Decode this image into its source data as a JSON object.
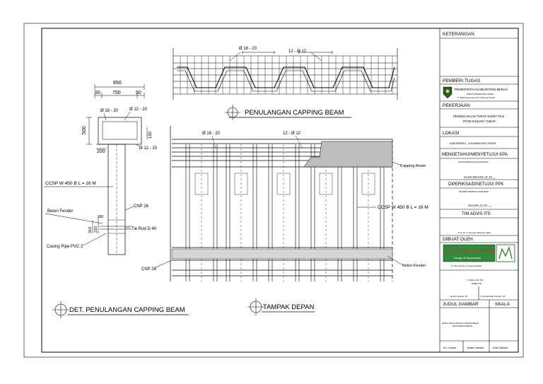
{
  "drawing": {
    "dims": {
      "total_width": "850",
      "inner_width": "750",
      "left_offset": "50",
      "right_offset": "50",
      "height": "500",
      "width_200": "200",
      "dim_150": "150",
      "dim_310": "310",
      "dim_210": "210",
      "dim_300": "300"
    },
    "labels": {
      "rebar_16_20": "Ø 16 - 20",
      "rebar_12_20": "Ø 12 - 20",
      "rebar_12_20_lower": "Ø 12 - 20",
      "top_rebar_16_20": "Ø 16 - 20",
      "top_rebar_12_12": "12 - Ø 12",
      "front_rebar_16_20": "Ø 16 - 20",
      "front_rebar_12_12": "12 - Ø 12",
      "ccsp_left": "CCSP W 450 B L = 16 M",
      "ccsp_right": "CCSP W 450 B L = 16 M",
      "beton_fender": "Beton Fender",
      "cnp26_top": "CNP 26",
      "tie_rod": "Tie Rod D 40",
      "casing_pipe": "Casing Pipe PVC 2\"",
      "cnp26_bottom": "CNP 26",
      "capping_beam": "Capping Beam",
      "beton_fender_right": "Beton Fender"
    },
    "titles": {
      "penulangan": "PENULANGAN CAPPING BEAM",
      "det_penulangan": "DET. PENULANGAN CAPPING BEAM",
      "tampak_depan": "TAMPAK DEPAN"
    }
  },
  "title_block": {
    "keterangan": "KETERANGAN",
    "pemberi_tugas": "PEMBERI TUGAS",
    "agency": "PEMERINTAH KABUPATEN BERAU",
    "agency_sub1": "DINAS PEKERJAAN UMUM",
    "agency_sub2": "Jl. Bukit Sepenyep No.1 Tanjung Redeb",
    "pekerjaan": "PEKERJAAN",
    "project_line1": "PERENCANAAN TURAP SHEET PILE",
    "project_line2": "RT.08 GUNUNG TABUR",
    "lokasi": "LOKASI",
    "location": "KAB BERAU - KALIMANTAN TIMUR",
    "mengetahui": "MENGETAHUI/MENYETUJUI KPA",
    "kpa_title": "KUASA PENGGUNA ANGGARAN",
    "kpa_name": "Hamdani Baharuddin, ST., MT",
    "diperiksa": "DIPERIKSA/DISETUJUI PPK",
    "ppk_title": "PEJABAT PEMBUAT KOMITMEN",
    "ppk_name": "Samsuddin, ST., MT",
    "tim_advis": "TIM ADVIS ITS",
    "its_name": "Prof. Dr. Ir. Herman Wahyudi, DEA",
    "dibuat_oleh": "DIBUAT OLEH",
    "company_name": "JASA TEKNIK MANDIRI",
    "company_sub": "Design & Supervision",
    "company_address": "Jl. Pemuda No.1 Tanjung Redeb",
    "director": "Ir. Wahyu Adi, MT",
    "director_title": "DIREKTUR",
    "sign_left": "Jemmy Heriadi, ST",
    "sign_right": "Ir. Ahmad Zaki Yamani, MT",
    "judul_gambar": "JUDUL GAMBAR",
    "skala": "SKALA",
    "judul_line1": "DETAIL PENULANGAN CAPPING BEAM",
    "judul_line2": "DAN TAMPAK DEPAN",
    "col1": "No. Lembar",
    "col2": "Jumlah Gambar",
    "col3": "Kode Gambar"
  },
  "colors": {
    "line": "#000000",
    "logo_green": "#2e8b3a",
    "logo_dark": "#1d5f27",
    "logo_red": "#c0392b"
  }
}
